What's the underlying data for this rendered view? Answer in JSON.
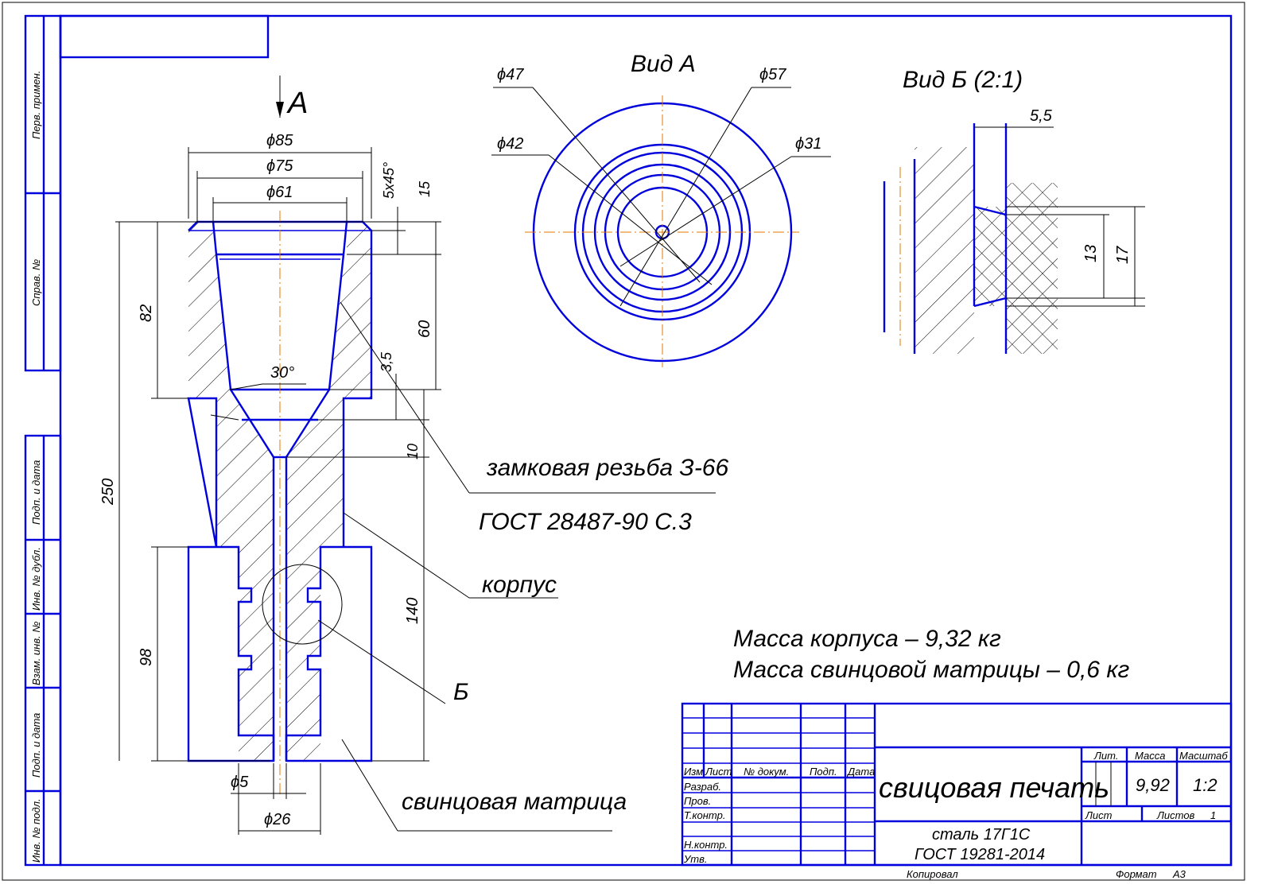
{
  "view_arrow": "A",
  "view_a_title": "Вид А",
  "view_b_title": "Вид Б (2:1)",
  "dims": {
    "d85": "ϕ85",
    "d75": "ϕ75",
    "d61": "ϕ61",
    "chamfer": "5x45°",
    "h15": "15",
    "h82": "82",
    "h60": "60",
    "h250": "250",
    "h35": "3,5",
    "angle30": "30°",
    "h10": "10",
    "h140": "140",
    "h98": "98",
    "d5": "ϕ5",
    "d26": "ϕ26",
    "d47": "ϕ47",
    "d42": "ϕ42",
    "d57": "ϕ57",
    "d31": "ϕ31",
    "b55": "5,5",
    "b13": "13",
    "b17": "17"
  },
  "callouts": {
    "thread1": "замковая резьба З-66",
    "thread2": "ГОСТ 28487-90 С.3",
    "body": "корпус",
    "detail_b": "Б",
    "matrix": "свинцовая матрица"
  },
  "notes": [
    "Масса корпуса – 9,32 кг",
    "Масса свинцовой матрицы – 0,6 кг"
  ],
  "side_stamps": [
    "Перв. примен.",
    "Справ. №",
    "Подп. и дата",
    "Инв. № дубл.",
    "Взам. инв. №",
    "Подп. и дата",
    "Инв. № подл."
  ],
  "title_block": {
    "headers": [
      "Изм.",
      "Лист",
      "№ докум.",
      "Подп.",
      "Дата"
    ],
    "roles": [
      "Разраб.",
      "Пров.",
      "Т.контр.",
      "Н.контр.",
      "Утв."
    ],
    "title": "свицовая печать",
    "material1": "сталь 17Г1С",
    "material2": "ГОСТ 19281-2014",
    "lit_label": "Лит.",
    "mass_label": "Масса",
    "scale_label": "Масштаб",
    "mass": "9,92",
    "scale": "1:2",
    "sheet_label": "Лист",
    "sheets_label": "Листов",
    "sheets": "1",
    "copied": "Копировал",
    "format_label": "Формат",
    "format": "А3"
  },
  "colors": {
    "line": "#0000dd",
    "axis": "#e07800"
  }
}
